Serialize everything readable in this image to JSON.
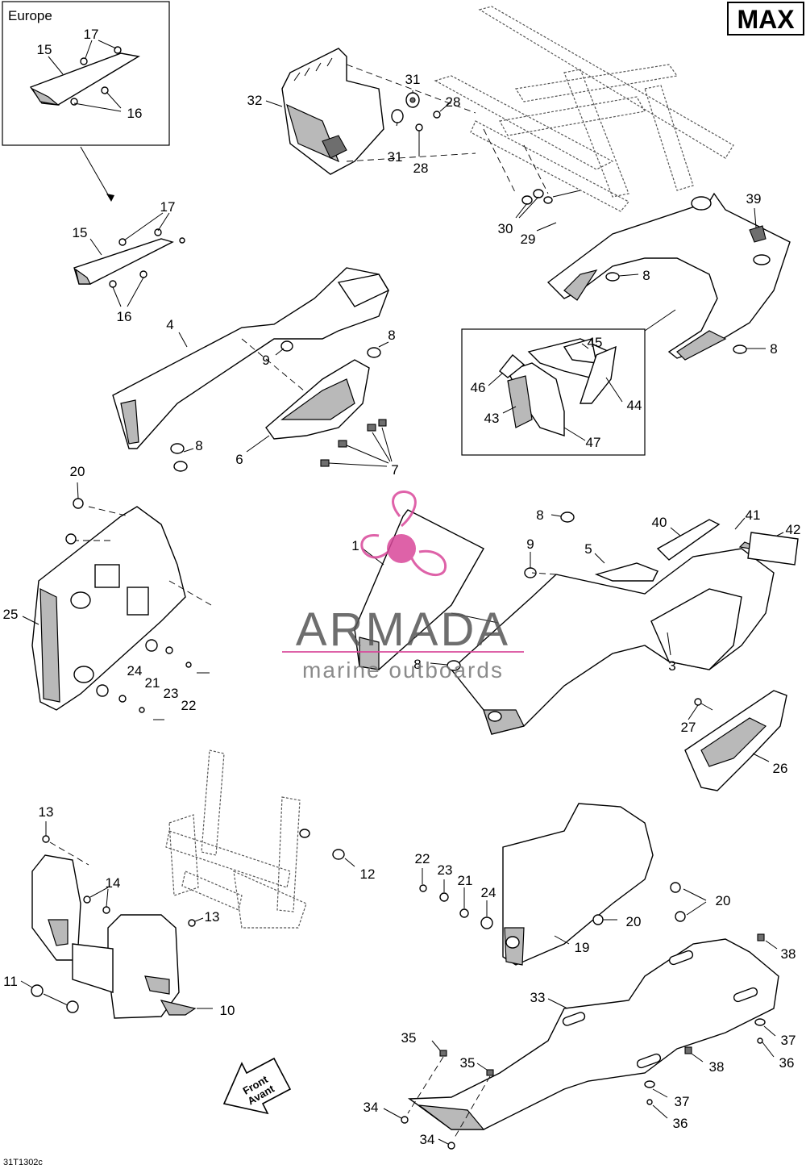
{
  "model_badge": "MAX",
  "inset_region_label": "Europe",
  "figure_code": "31T1302c",
  "front_arrow": {
    "line1": "Front",
    "line2": "Avant"
  },
  "watermark": {
    "brand": "ARMADA",
    "tagline": "marine outboards",
    "color": "#d9479a"
  },
  "callouts": [
    {
      "id": "c15a",
      "label": "15"
    },
    {
      "id": "c17a",
      "label": "17"
    },
    {
      "id": "c16a",
      "label": "16"
    },
    {
      "id": "c17b",
      "label": "17"
    },
    {
      "id": "c15b",
      "label": "15"
    },
    {
      "id": "c16b",
      "label": "16"
    },
    {
      "id": "c32",
      "label": "32"
    },
    {
      "id": "c31a",
      "label": "31"
    },
    {
      "id": "c28a",
      "label": "28"
    },
    {
      "id": "c31b",
      "label": "31"
    },
    {
      "id": "c28b",
      "label": "28"
    },
    {
      "id": "c30",
      "label": "30"
    },
    {
      "id": "c29",
      "label": "29"
    },
    {
      "id": "c39",
      "label": "39"
    },
    {
      "id": "c8a",
      "label": "8"
    },
    {
      "id": "c8b",
      "label": "8"
    },
    {
      "id": "c4",
      "label": "4"
    },
    {
      "id": "c8c",
      "label": "8"
    },
    {
      "id": "c9a",
      "label": "9"
    },
    {
      "id": "c8d",
      "label": "8"
    },
    {
      "id": "c6",
      "label": "6"
    },
    {
      "id": "c7",
      "label": "7"
    },
    {
      "id": "c45",
      "label": "45"
    },
    {
      "id": "c46",
      "label": "46"
    },
    {
      "id": "c44",
      "label": "44"
    },
    {
      "id": "c43",
      "label": "43"
    },
    {
      "id": "c47",
      "label": "47"
    },
    {
      "id": "c20a",
      "label": "20"
    },
    {
      "id": "c25",
      "label": "25"
    },
    {
      "id": "c24a",
      "label": "24"
    },
    {
      "id": "c21a",
      "label": "21"
    },
    {
      "id": "c23a",
      "label": "23"
    },
    {
      "id": "c22a",
      "label": "22"
    },
    {
      "id": "c1",
      "label": "1"
    },
    {
      "id": "c8e",
      "label": "8"
    },
    {
      "id": "c9b",
      "label": "9"
    },
    {
      "id": "c5",
      "label": "5"
    },
    {
      "id": "c40",
      "label": "40"
    },
    {
      "id": "c41",
      "label": "41"
    },
    {
      "id": "c42",
      "label": "42"
    },
    {
      "id": "c3",
      "label": "3"
    },
    {
      "id": "c8f",
      "label": "8"
    },
    {
      "id": "c27",
      "label": "27"
    },
    {
      "id": "c26",
      "label": "26"
    },
    {
      "id": "c13a",
      "label": "13"
    },
    {
      "id": "c14",
      "label": "14"
    },
    {
      "id": "c12",
      "label": "12"
    },
    {
      "id": "c13b",
      "label": "13"
    },
    {
      "id": "c11",
      "label": "11"
    },
    {
      "id": "c10",
      "label": "10"
    },
    {
      "id": "c22b",
      "label": "22"
    },
    {
      "id": "c23b",
      "label": "23"
    },
    {
      "id": "c21b",
      "label": "21"
    },
    {
      "id": "c24b",
      "label": "24"
    },
    {
      "id": "c20b",
      "label": "20"
    },
    {
      "id": "c20c",
      "label": "20"
    },
    {
      "id": "c19",
      "label": "19"
    },
    {
      "id": "c38a",
      "label": "38"
    },
    {
      "id": "c33",
      "label": "33"
    },
    {
      "id": "c37a",
      "label": "37"
    },
    {
      "id": "c36a",
      "label": "36"
    },
    {
      "id": "c35a",
      "label": "35"
    },
    {
      "id": "c35b",
      "label": "35"
    },
    {
      "id": "c38b",
      "label": "38"
    },
    {
      "id": "c37b",
      "label": "37"
    },
    {
      "id": "c36b",
      "label": "36"
    },
    {
      "id": "c34a",
      "label": "34"
    },
    {
      "id": "c34b",
      "label": "34"
    }
  ]
}
